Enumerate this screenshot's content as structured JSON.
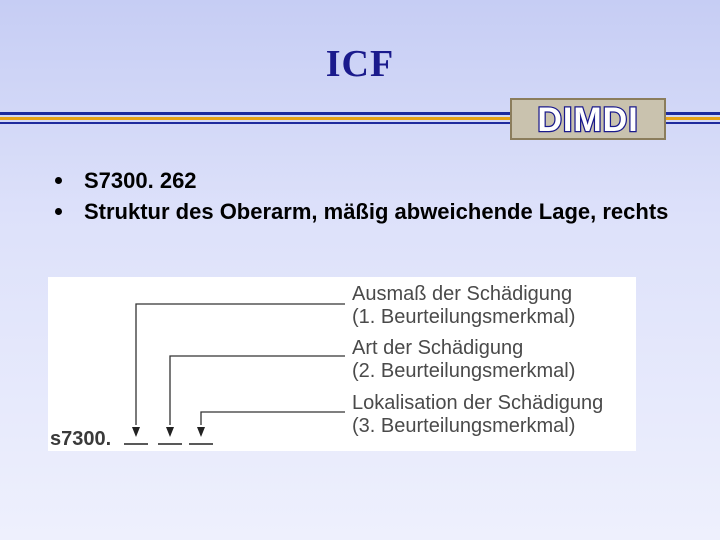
{
  "title": "ICF",
  "logo": {
    "text": "DIMDI"
  },
  "bullets": [
    {
      "text": "S7300. 262"
    },
    {
      "text": "Struktur des Oberarm, mäßig abweichende Lage, rechts"
    }
  ],
  "figure": {
    "code": "s7300.",
    "qualifiers": [
      {
        "line1": "Ausmaß der Schädigung",
        "line2": "(1. Beurteilungsmerkmal)"
      },
      {
        "line1": "Art der Schädigung",
        "line2": "(2. Beurteilungsmerkmal)"
      },
      {
        "line1": "Lokalisation der Schädigung",
        "line2": "(3. Beurteilungsmerkmal)"
      }
    ]
  }
}
